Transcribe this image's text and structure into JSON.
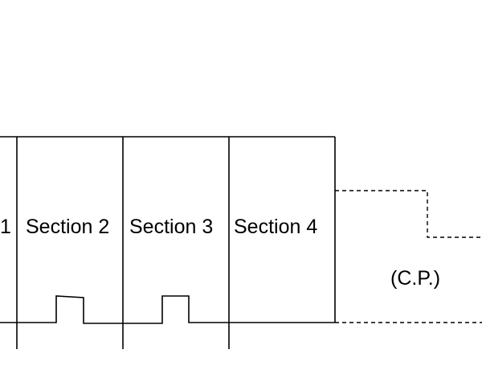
{
  "diagram": {
    "labels": {
      "section_1_partial": "1",
      "section_2": "Section 2",
      "section_3": "Section 3",
      "section_4": "Section 4",
      "cp": "(C.P.)"
    },
    "colors": {
      "line": "#000000",
      "background": "#ffffff"
    }
  }
}
